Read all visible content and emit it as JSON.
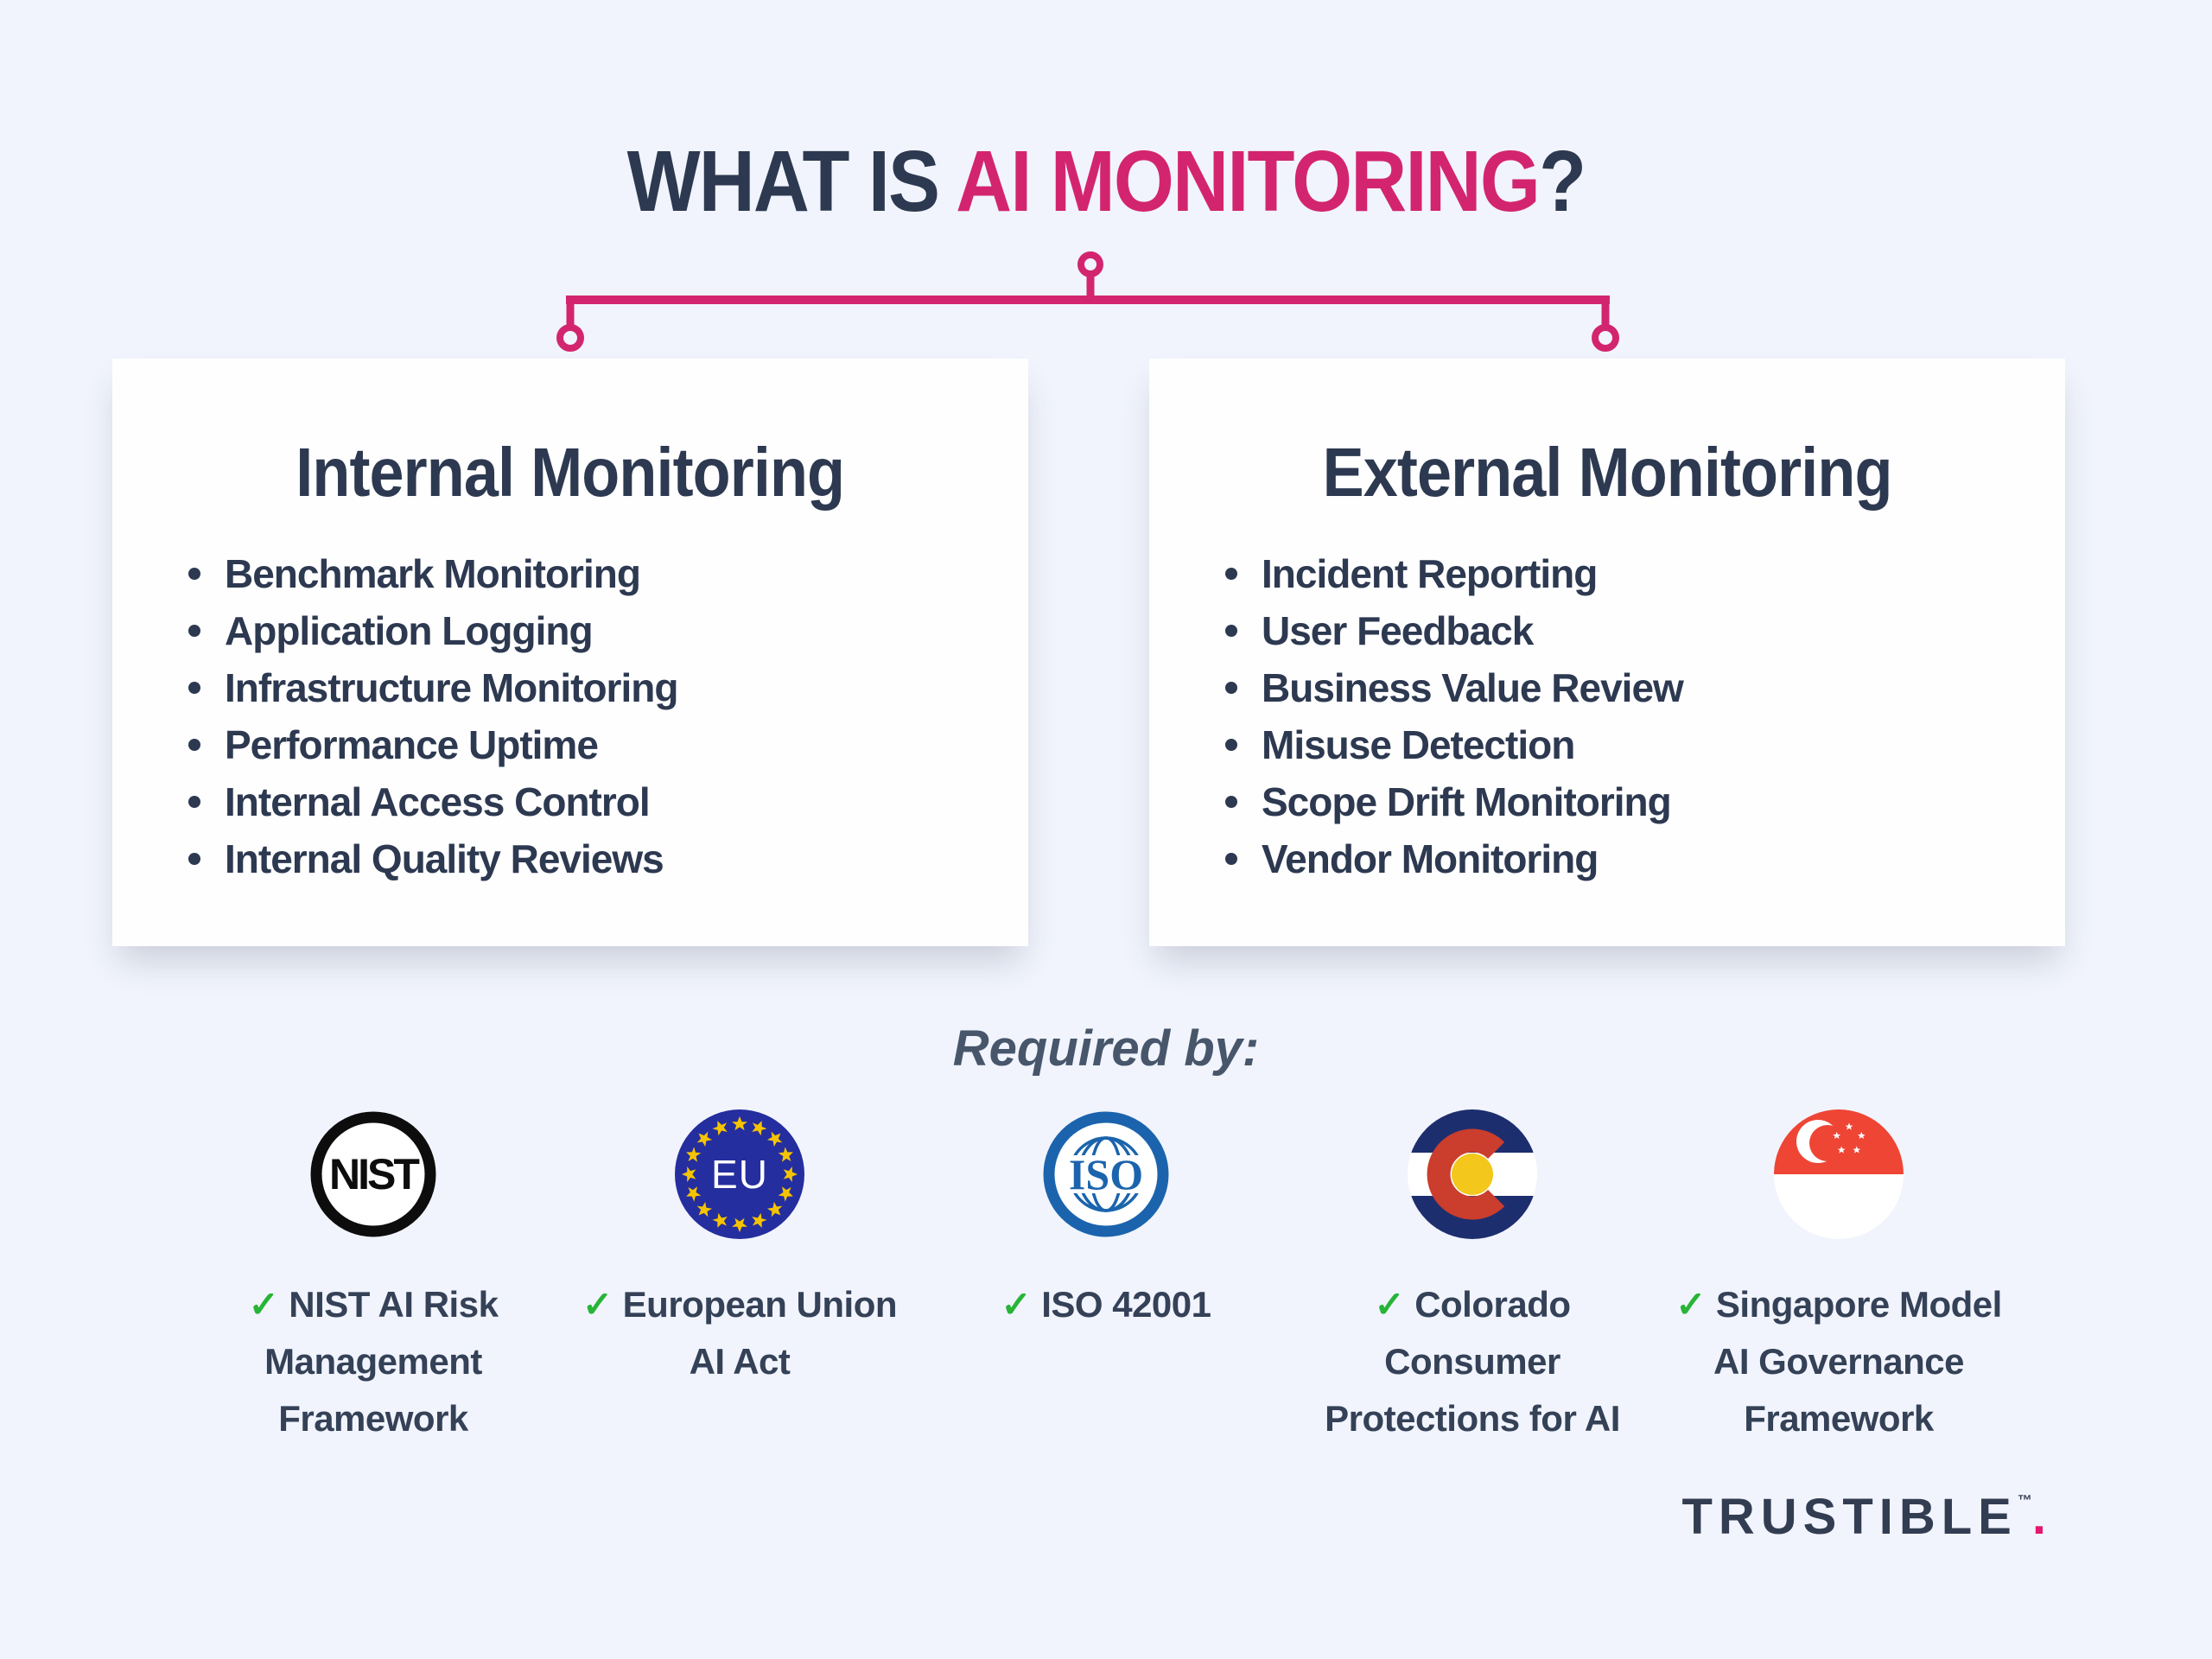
{
  "title": {
    "prefix": "WHAT IS ",
    "highlight": "AI MONITORING",
    "suffix": "?"
  },
  "cards": [
    {
      "heading": "Internal Monitoring",
      "items": [
        "Benchmark Monitoring",
        "Application Logging",
        "Infrastructure Monitoring",
        "Performance Uptime",
        "Internal Access Control",
        "Internal Quality Reviews"
      ]
    },
    {
      "heading": "External Monitoring",
      "items": [
        "Incident Reporting",
        "User Feedback",
        "Business Value Review",
        "Misuse Detection",
        "Scope Drift Monitoring",
        "Vendor Monitoring"
      ]
    }
  ],
  "required_by": {
    "label": "Required by:"
  },
  "badges": [
    {
      "icon": "nist-logo",
      "icon_text": "NIST",
      "check": "✓",
      "label": "NIST AI Risk\nManagement\nFramework"
    },
    {
      "icon": "eu-logo",
      "icon_text": "EU",
      "check": "✓",
      "label": "European Union\nAI Act"
    },
    {
      "icon": "iso-logo",
      "icon_text": "ISO",
      "check": "✓",
      "label": "ISO 42001"
    },
    {
      "icon": "colorado-flag-logo",
      "check": "✓",
      "label": "Colorado\nConsumer\nProtections for AI"
    },
    {
      "icon": "singapore-flag-logo",
      "check": "✓",
      "label": "Singapore Model\nAI Governance\nFramework"
    }
  ],
  "brand": {
    "name": "TRUSTIBLE",
    "dot": ".",
    "tm": "™"
  },
  "colors": {
    "bg": "#f1f4fc",
    "card": "#fefeff",
    "navy": "#2d3950",
    "pink": "#d3256f",
    "slate": "#47566b",
    "label": "#344157",
    "green": "#27b437",
    "eu-blue": "#252e9e",
    "star-gold": "#f5c400",
    "iso-blue": "#1b64ad",
    "co-navy": "#1d2e6e",
    "co-red": "#cb3d2d",
    "co-gold": "#f3c71c",
    "sg-red": "#ee4535",
    "nist-black": "#0d0d0d",
    "brand-navy": "#333d52",
    "brand-pink": "#e5176e"
  }
}
